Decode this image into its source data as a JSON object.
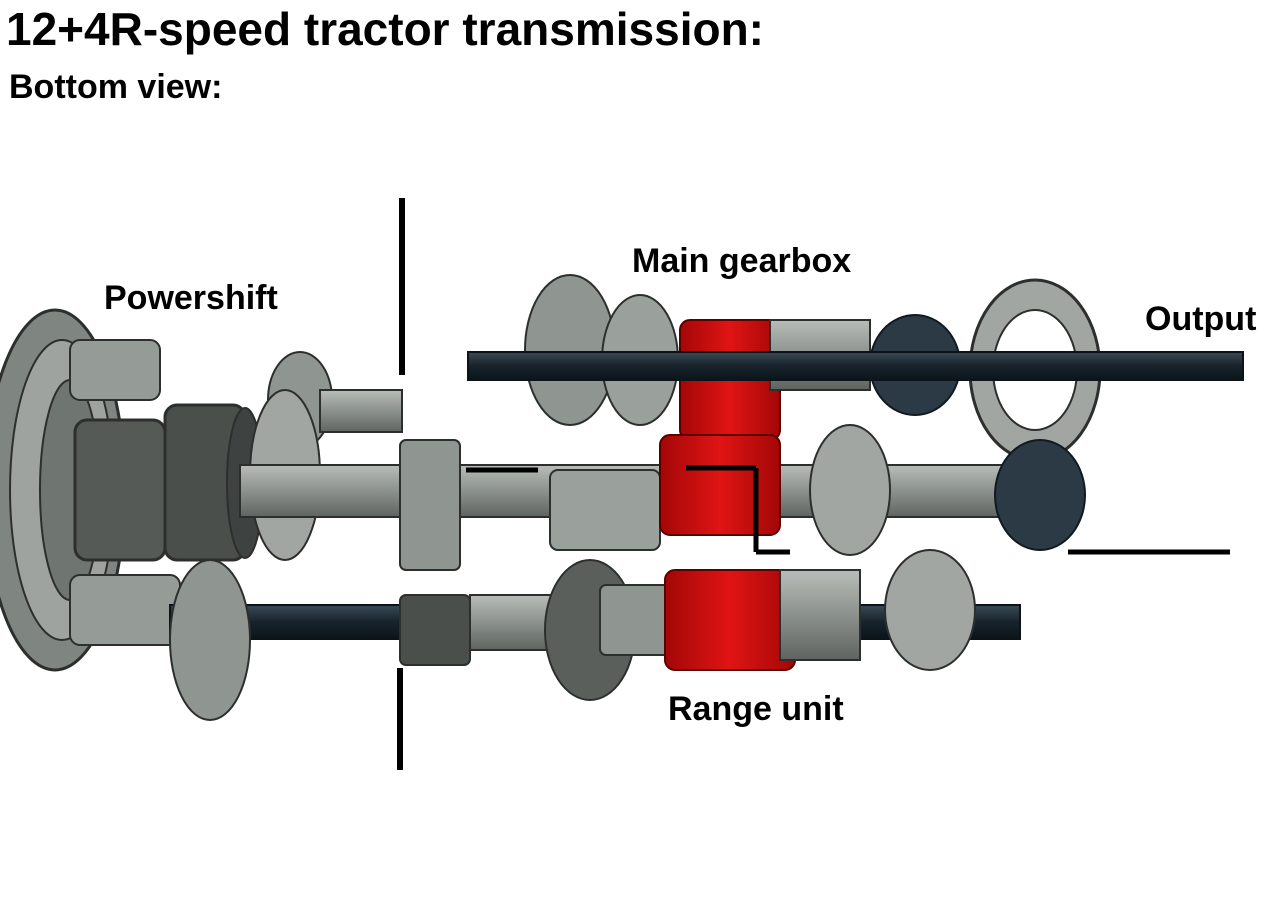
{
  "title": "12+4R-speed tractor transmission:",
  "subtitle": "Bottom view:",
  "labels": {
    "powershift": "Powershift",
    "main_gearbox": "Main gearbox",
    "output": "Output",
    "range_unit": "Range unit"
  },
  "colors": {
    "gear_gray": "#8f9590",
    "gear_dark": "#555a57",
    "gear_outline": "#2c2f2d",
    "axle_black": "#17232c",
    "clutch_red": "#d40b0b",
    "divider_black": "#000000"
  }
}
